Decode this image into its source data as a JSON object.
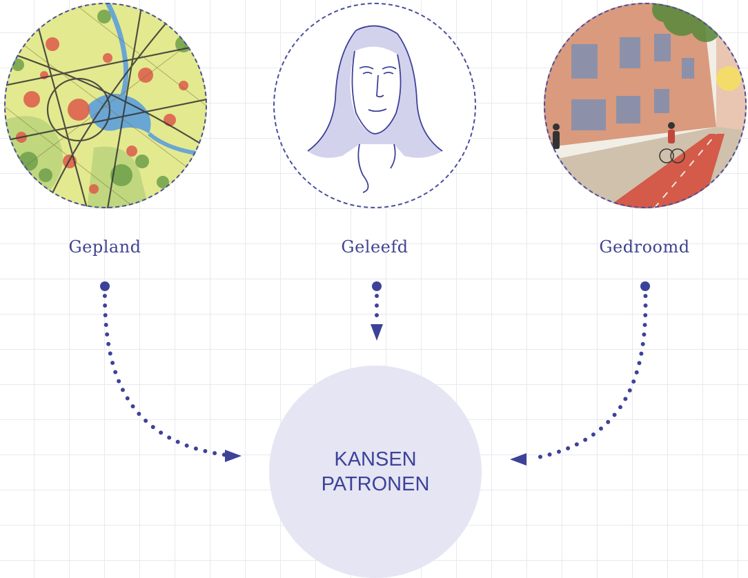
{
  "nodes": [
    {
      "label": "Gepland",
      "picture": "map-image"
    },
    {
      "label": "Geleefd",
      "picture": "portrait-drawing"
    },
    {
      "label": "Gedroomd",
      "picture": "street-illustration"
    }
  ],
  "center": {
    "line1": "KANSEN",
    "line2": "PATRONEN"
  },
  "colors": {
    "accent": "#4a4f9c",
    "center_fill": "#e5e5f3",
    "grid": "#e9e9ef"
  }
}
